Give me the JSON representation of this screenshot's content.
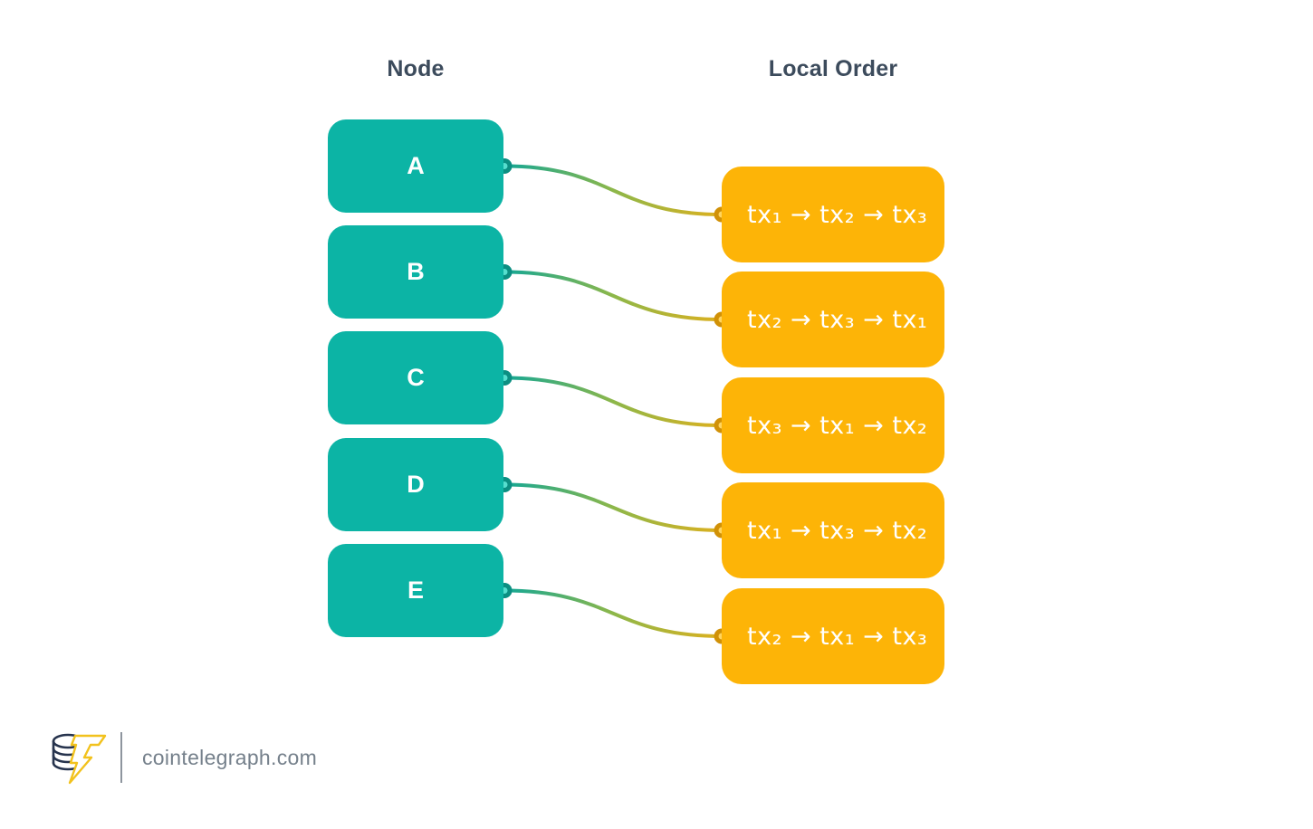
{
  "diagram": {
    "headers": {
      "left": "Node",
      "right": "Local Order"
    },
    "nodes": [
      {
        "label": "A"
      },
      {
        "label": "B"
      },
      {
        "label": "C"
      },
      {
        "label": "D"
      },
      {
        "label": "E"
      }
    ],
    "orders": [
      {
        "text": "tx₁ → tx₂ → tx₃"
      },
      {
        "text": "tx₂ → tx₃ → tx₁"
      },
      {
        "text": "tx₃ → tx₁ → tx₂"
      },
      {
        "text": "tx₁ → tx₃ → tx₂"
      },
      {
        "text": "tx₂ → tx₁ → tx₃"
      }
    ],
    "colors": {
      "node_fill": "#0CB4A5",
      "order_fill": "#FDB407",
      "header_text": "#3C4B5C",
      "link_gradient_start": "#13A795",
      "link_gradient_end": "#DDB01E",
      "node_port_ring": "#0C8F82",
      "node_port_center": "#56DECE",
      "order_port_ring": "#D19107",
      "order_port_center": "#FFD45E"
    }
  },
  "footer": {
    "site": "cointelegraph.com",
    "logo": "cointelegraph-logo"
  }
}
